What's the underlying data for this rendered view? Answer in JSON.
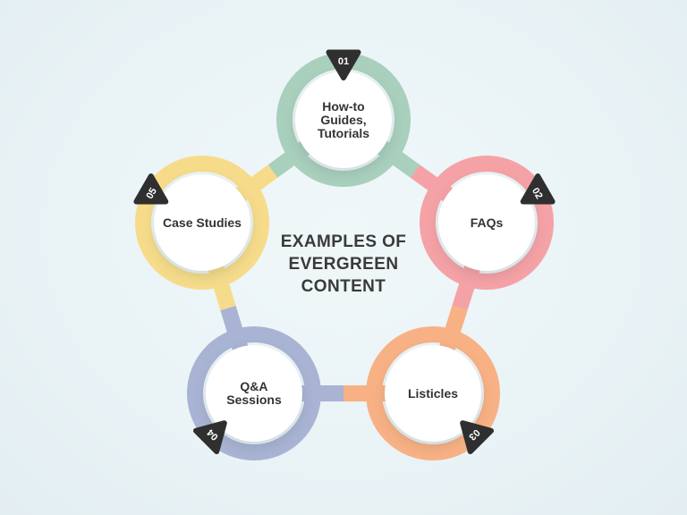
{
  "diagram": {
    "title": "EXAMPLES OF\nEVERGREEN\nCONTENT",
    "items": [
      {
        "number": "01",
        "label": "How-to\nGuides,\nTutorials",
        "color": "#a9cfbd"
      },
      {
        "number": "02",
        "label": "FAQs",
        "color": "#f5a2a6"
      },
      {
        "number": "03",
        "label": "Listicles",
        "color": "#f8b184"
      },
      {
        "number": "04",
        "label": "Q&A\nSessions",
        "color": "#a9b3d3"
      },
      {
        "number": "05",
        "label": "Case Studies",
        "color": "#f6dc8a"
      }
    ],
    "badge_color": "#2f2f2f"
  }
}
